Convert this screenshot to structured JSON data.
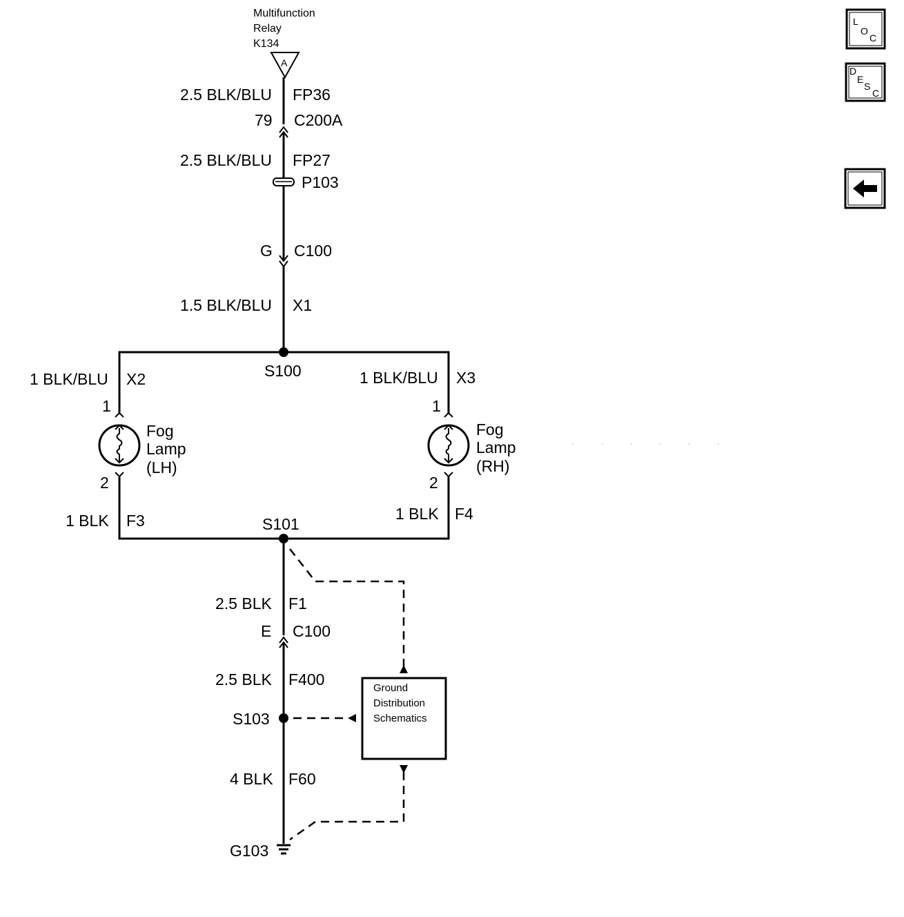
{
  "relay": {
    "lines": [
      "Multifunction",
      "Relay",
      "K134"
    ],
    "pin": "A"
  },
  "wires": {
    "fp36": {
      "gauge": "2.5 BLK/BLU",
      "circuit": "FP36"
    },
    "fp27": {
      "gauge": "2.5 BLK/BLU",
      "circuit": "FP27"
    },
    "x1": {
      "gauge": "1.5 BLK/BLU",
      "circuit": "X1"
    },
    "x2": {
      "gauge": "1 BLK/BLU",
      "circuit": "X2"
    },
    "x3": {
      "gauge": "1 BLK/BLU",
      "circuit": "X3"
    },
    "f3": {
      "gauge": "1 BLK",
      "circuit": "F3"
    },
    "f4": {
      "gauge": "1 BLK",
      "circuit": "F4"
    },
    "f1": {
      "gauge": "2.5 BLK",
      "circuit": "F1"
    },
    "f400": {
      "gauge": "2.5 BLK",
      "circuit": "F400"
    },
    "f60": {
      "gauge": "4 BLK",
      "circuit": "F60"
    }
  },
  "connectors": {
    "c200a": {
      "pin": "79",
      "name": "C200A"
    },
    "p103": {
      "name": "P103"
    },
    "c100_g": {
      "pin": "G",
      "name": "C100"
    },
    "c100_e": {
      "pin": "E",
      "name": "C100"
    }
  },
  "splices": {
    "s100": "S100",
    "s101": "S101",
    "s103": "S103"
  },
  "ground": "G103",
  "lamps": {
    "lh": {
      "lines": [
        "Fog",
        "Lamp",
        "(LH)"
      ],
      "pin_top": "1",
      "pin_bottom": "2"
    },
    "rh": {
      "lines": [
        "Fog",
        "Lamp",
        "(RH)"
      ],
      "pin_top": "1",
      "pin_bottom": "2"
    }
  },
  "ground_box": {
    "lines": [
      "Ground",
      "Distribution",
      "Schematics"
    ]
  },
  "nav": {
    "loc": {
      "l1": "L",
      "l2": "O",
      "l3": "C"
    },
    "desc": {
      "l1": "D",
      "l2": "E",
      "l3": "S",
      "l4": "C"
    },
    "back_icon": "back-arrow-icon"
  }
}
